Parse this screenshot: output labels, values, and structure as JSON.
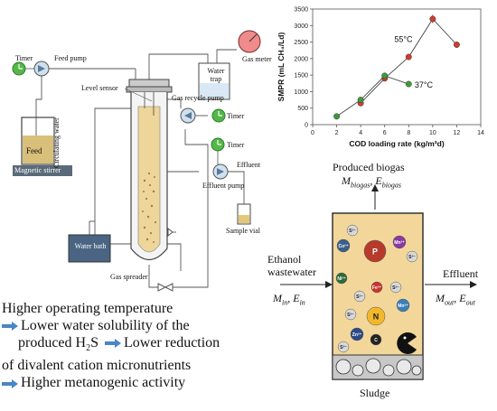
{
  "reactor": {
    "timer_left": "Timer",
    "feed_pump": "Feed pump",
    "feed": "Feed",
    "magnetic_stirrer": "Magnetic stirrer",
    "circulating_water": "Circulating water",
    "water_bath": "Water bath",
    "level_sensor": "Level sensor",
    "gas_recycle_pump": "Gas recycle pump",
    "timer_gas": "Timer",
    "timer_effluent": "Timer",
    "effluent": "Effluent",
    "effluent_pump": "Effluent pump",
    "sample_vial": "Sample vial",
    "gas_spreader": "Gas spreader",
    "water_trap": "Water trap",
    "gas_meter": "Gas meter"
  },
  "chart_data": {
    "type": "line",
    "xlabel": "COD loading rate (kg/m³d)",
    "ylabel": "SMPR (mL CH₄/Ld)",
    "xlim": [
      0,
      14
    ],
    "ylim": [
      0,
      3500
    ],
    "xticks": [
      "0",
      "2",
      "4",
      "6",
      "8",
      "10",
      "12",
      "14"
    ],
    "yticks": [
      "0",
      "500",
      "1000",
      "1500",
      "2000",
      "2500",
      "3000",
      "3500"
    ],
    "series": [
      {
        "name": "55°C",
        "color": "#d33b2c",
        "x": [
          4,
          6,
          8,
          10,
          12
        ],
        "y": [
          650,
          1400,
          2050,
          3200,
          2420
        ],
        "err": [
          40,
          60,
          30,
          130,
          40
        ]
      },
      {
        "name": "37°C",
        "color": "#3d9a3a",
        "x": [
          2,
          4,
          6,
          8
        ],
        "y": [
          250,
          750,
          1480,
          1230
        ],
        "err": [
          20,
          30,
          60,
          40
        ]
      }
    ]
  },
  "schematic": {
    "produced_biogas": "Produced biogas",
    "m_biogas": "M",
    "m_biogas_sub": "biogas",
    "e_biogas": "E",
    "e_biogas_sub": "biogas",
    "ethanol_wastewater_line1": "Ethanol",
    "ethanol_wastewater_line2": "wastewater",
    "m_in": "M",
    "m_in_sub": "in",
    "e_in": "E",
    "e_in_sub": "in",
    "effluent": "Effluent",
    "m_out": "M",
    "m_out_sub": "out",
    "e_out": "E",
    "e_out_sub": "out",
    "sludge": "Sludge",
    "particles": [
      "S²⁻",
      "Co²⁺",
      "P",
      "Mn²⁺",
      "S²⁻",
      "Ni²⁺",
      "S²⁻",
      "Fe²⁺",
      "S²⁻",
      "N",
      "Mn²⁺",
      "Zn²⁺",
      "S²⁻",
      "C",
      "S²⁻"
    ]
  },
  "summary": {
    "line1": "Higher operating temperature",
    "line2": "Lower water solubility of the",
    "line3a": "produced H",
    "line3_sub": "2",
    "line3b": "S",
    "line3c": "Lower reduction",
    "line4": "of divalent cation micronutrients",
    "line5": "Higher metanogenic activity",
    "arrow_color": "#4a86c6"
  }
}
